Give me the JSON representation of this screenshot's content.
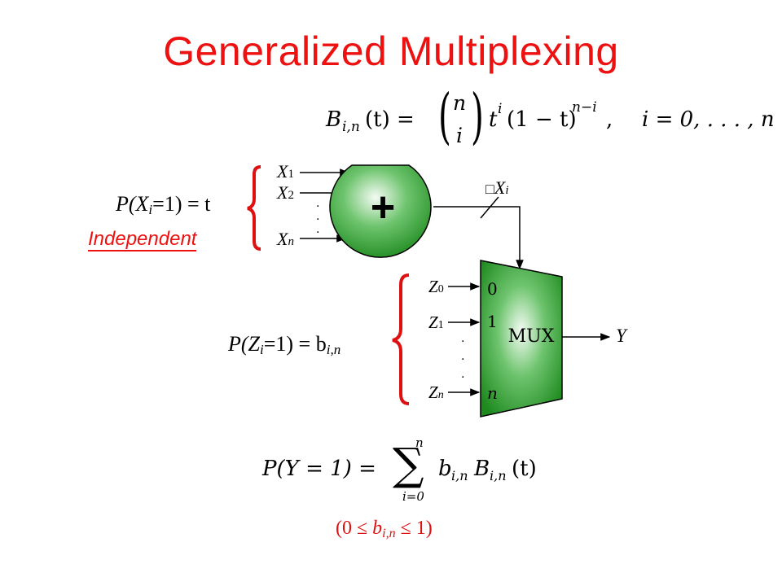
{
  "slide": {
    "title": "Generalized Multiplexing"
  },
  "bernstein_formula": {
    "lhs": "B",
    "lhs_sub": "i,n",
    "lhs_arg": "(t) =",
    "binom_top": "n",
    "binom_bottom": "i",
    "t_base": "t",
    "t_exp": "i",
    "factor": "(1 − t)",
    "factor_exp": "n−i",
    "tail": ",",
    "range": "i = 0, . . . , n"
  },
  "adder": {
    "symbol": "+",
    "inputs": [
      "X1",
      "X2",
      "Xn"
    ],
    "input_letter": "X",
    "input_subs": [
      "1",
      "2",
      "n"
    ],
    "output_label_glyph": "□",
    "output_label": "X",
    "output_label_sub": "i",
    "prob_label": "P(X",
    "prob_sub": "i",
    "prob_tail": "=1) = t",
    "independent_label": "Independent"
  },
  "mux": {
    "label": "MUX",
    "inputs_letter": "Z",
    "input_subs": [
      "0",
      "1",
      "n"
    ],
    "select_values": [
      "0",
      "1",
      "n"
    ],
    "output": "Y",
    "prob_label": "P(Z",
    "prob_sub": "i",
    "prob_tail": "=1) = b",
    "prob_tail_sub": "i,n"
  },
  "sum_formula": {
    "lhs": "P(Y = 1) =",
    "sum_top": "n",
    "sum_symbol": "∑",
    "sum_bottom": "i=0",
    "term_b": "b",
    "term_b_sub": "i,n",
    "term_B": "B",
    "term_B_sub": "i,n",
    "term_arg": "(t)"
  },
  "constraint": {
    "open": "(0 ≤ ",
    "b": "b",
    "b_sub": "i,n",
    "close": " ≤ 1)"
  },
  "colors": {
    "title": "#ee1111",
    "accent_red": "#dd1111",
    "green_dark": "#1e8a1e",
    "green_light": "#f4fbf4"
  }
}
